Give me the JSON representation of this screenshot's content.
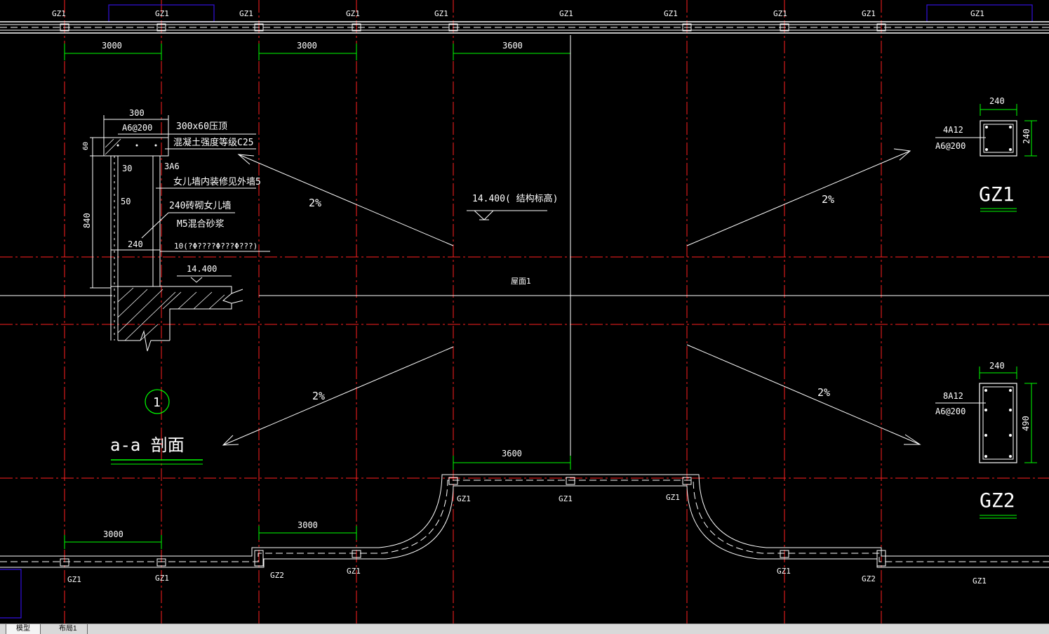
{
  "plan": {
    "col_labels_top": [
      "GZ1",
      "GZ1",
      "GZ1",
      "GZ1",
      "GZ1",
      "GZ1",
      "GZ1",
      "GZ1",
      "GZ1",
      "GZ1"
    ],
    "col_labels_bottom": [
      "GZ1",
      "GZ1",
      "GZ2",
      "GZ1",
      "GZ1",
      "GZ2",
      "GZ1"
    ],
    "col_labels_bay": [
      "GZ1",
      "GZ1",
      "GZ1"
    ],
    "dims_top": [
      "3000",
      "3000",
      "3600"
    ],
    "dims_bottom": [
      "3000",
      "3000",
      "3600"
    ],
    "slopes": [
      "2%",
      "2%",
      "2%",
      "2%"
    ],
    "elevation": "14.400(   结构标高)",
    "roof_label": "屋面1"
  },
  "section": {
    "dim_width": "300",
    "rebar_top": "A6@200",
    "coping": "300x60压顶",
    "concrete": "混凝土强度等级C25",
    "stirrup": "3A6",
    "dim_60": "60",
    "dim_30": "30",
    "dim_50": "50",
    "dim_840": "840",
    "dim_240": "240",
    "finish_note": "女儿墙内装修见外墙5",
    "wall_note": "240砖砌女儿墙",
    "mortar_note": "M5混合砂浆",
    "garbled_note": "10(?Φ????Φ???Φ???)",
    "level": "14.400",
    "mark": "1",
    "title": "a-a 剖面"
  },
  "gz1": {
    "dim_w": "240",
    "dim_h": "240",
    "rebar_main": "4A12",
    "rebar_tie": "A6@200",
    "title": "GZ1"
  },
  "gz2": {
    "dim_w": "240",
    "dim_h": "490",
    "rebar_main": "8A12",
    "rebar_tie": "A6@200",
    "title": "GZ2"
  },
  "tabs": {
    "model": "模型",
    "layout": "布局1"
  },
  "colors": {
    "background": "#000000",
    "axis": "#ff0000",
    "dimension": "#00ff00",
    "wall": "#ffffff",
    "frame": "#2200cc",
    "hatch": "#ffffff"
  }
}
